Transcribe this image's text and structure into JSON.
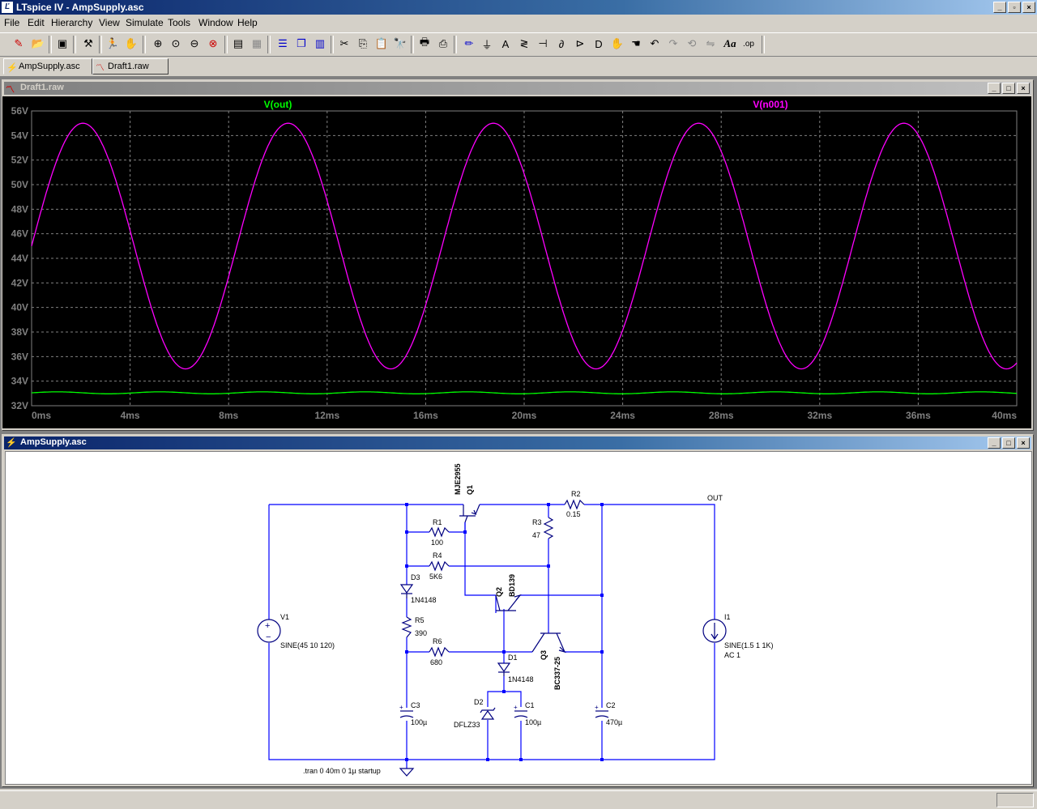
{
  "app": {
    "title": "LTspice IV - AmpSupply.asc",
    "icon": "ltspice-logo-icon"
  },
  "menu": [
    "File",
    "Edit",
    "Hierarchy",
    "View",
    "Simulate",
    "Tools",
    "Window",
    "Help"
  ],
  "tabs": [
    {
      "label": "AmpSupply.asc",
      "icon": "schematic-icon"
    },
    {
      "label": "Draft1.raw",
      "icon": "waveform-icon"
    }
  ],
  "plot_window": {
    "title": "Draft1.raw",
    "background": "#000000",
    "grid_color": "#808080",
    "axis_text_color": "#808080"
  },
  "schematic_window": {
    "title": "AmpSupply.asc",
    "wire_color": "#0000ff",
    "component_color": "#000080",
    "label_color": "#000000",
    "background": "#ffffff"
  },
  "chart_data": {
    "type": "line",
    "xlabel": "",
    "ylabel": "",
    "xlim": [
      0,
      40
    ],
    "ylim": [
      32,
      56
    ],
    "x_ticks": [
      "0ms",
      "4ms",
      "8ms",
      "12ms",
      "16ms",
      "20ms",
      "24ms",
      "28ms",
      "32ms",
      "36ms",
      "40ms"
    ],
    "y_ticks": [
      "32V",
      "34V",
      "36V",
      "38V",
      "40V",
      "42V",
      "44V",
      "46V",
      "48V",
      "50V",
      "52V",
      "54V",
      "56V"
    ],
    "grid": true,
    "series": [
      {
        "name": "V(out)",
        "color": "#00ff00",
        "form": "flat-with-ripple",
        "level": 33.05,
        "ripple": 0.08,
        "frequency_per_ms": 0.24
      },
      {
        "name": "V(n001)",
        "color": "#ff00ff",
        "form": "sine",
        "offset": 45,
        "amplitude": 10,
        "frequency_per_ms": 0.12
      }
    ]
  },
  "schematic": {
    "labels": {
      "q1_model": "MJE2955",
      "q1_name": "Q1",
      "r2_name": "R2",
      "r2_val": "0.15",
      "out": "OUT",
      "r1_name": "R1",
      "r1_val": "100",
      "r3_name": "R3",
      "r3_val": "47",
      "r4_name": "R4",
      "r4_val": "5K6",
      "d3_name": "D3",
      "d3_model": "1N4148",
      "q2_name": "Q2",
      "q2_model": "BD139",
      "v1_name": "V1",
      "v1_val": "SINE(45 10 120)",
      "r5_name": "R5",
      "r5_val": "390",
      "r6_name": "R6",
      "r6_val": "680",
      "d1_name": "D1",
      "d1_model": "1N4148",
      "q3_name": "Q3",
      "q3_model": "BC337-25",
      "i1_name": "I1",
      "i1_val": "SINE(1.5 1 1K)",
      "i1_ac": "AC 1",
      "c3_name": "C3",
      "c3_val": "100µ",
      "d2_name": "D2",
      "d2_model": "DFLZ33",
      "c1_name": "C1",
      "c1_val": "100µ",
      "c2_name": "C2",
      "c2_val": "470µ",
      "directive": ".tran 0 40m 0 1µ startup"
    }
  }
}
